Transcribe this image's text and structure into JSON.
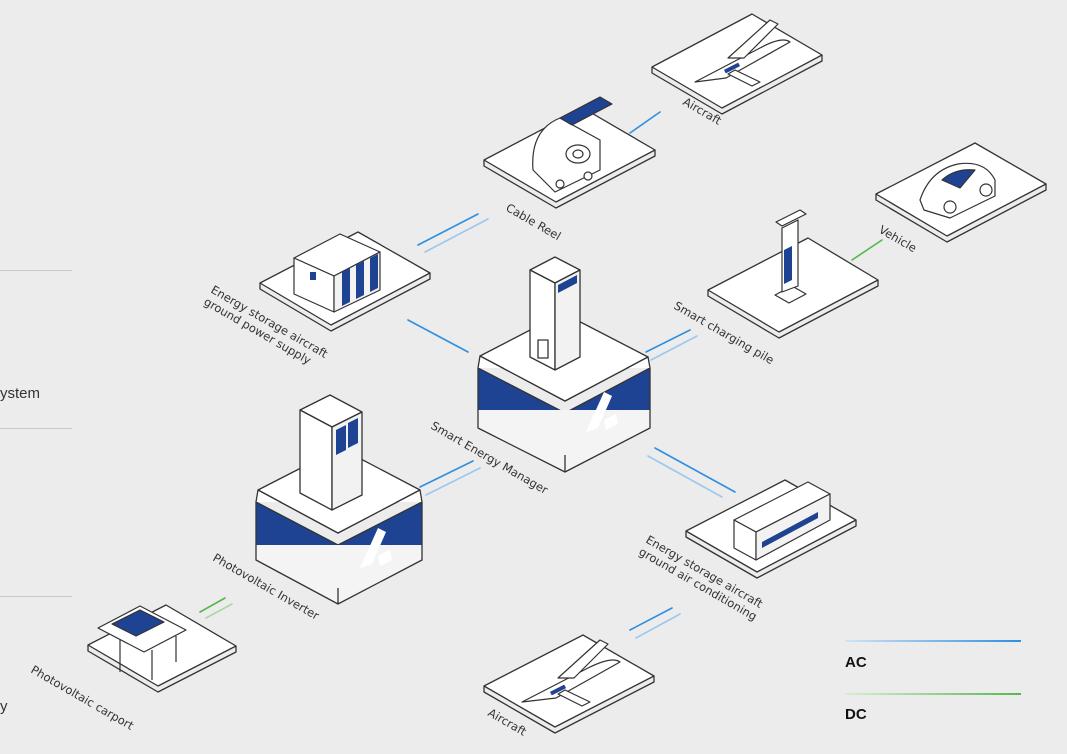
{
  "colors": {
    "background": "#ececed",
    "brand_blue": "#1f4393",
    "ac_line": "#2f8fe0",
    "dc_line": "#55b84a"
  },
  "left_fragment": {
    "text_1": "ystem",
    "text_2": "y"
  },
  "nodes": {
    "aircraft_top": "Aircraft",
    "cable_reel": "Cable Reel",
    "vehicle": "Vehicle",
    "storage_gps_line1": "Energy storage aircraft",
    "storage_gps_line2": "ground power supply",
    "smart_charging_pile": "Smart charging pile",
    "smart_energy_manager": "Smart Energy Manager",
    "photovoltaic_inverter": "Photovoltaic Inverter",
    "storage_gac_line1": "Energy storage aircraft",
    "storage_gac_line2": "ground air conditioning",
    "photovoltaic_carport": "Photovoltaic carport",
    "aircraft_bottom": "Aircraft"
  },
  "legend": {
    "ac_label": "AC",
    "dc_label": "DC"
  }
}
